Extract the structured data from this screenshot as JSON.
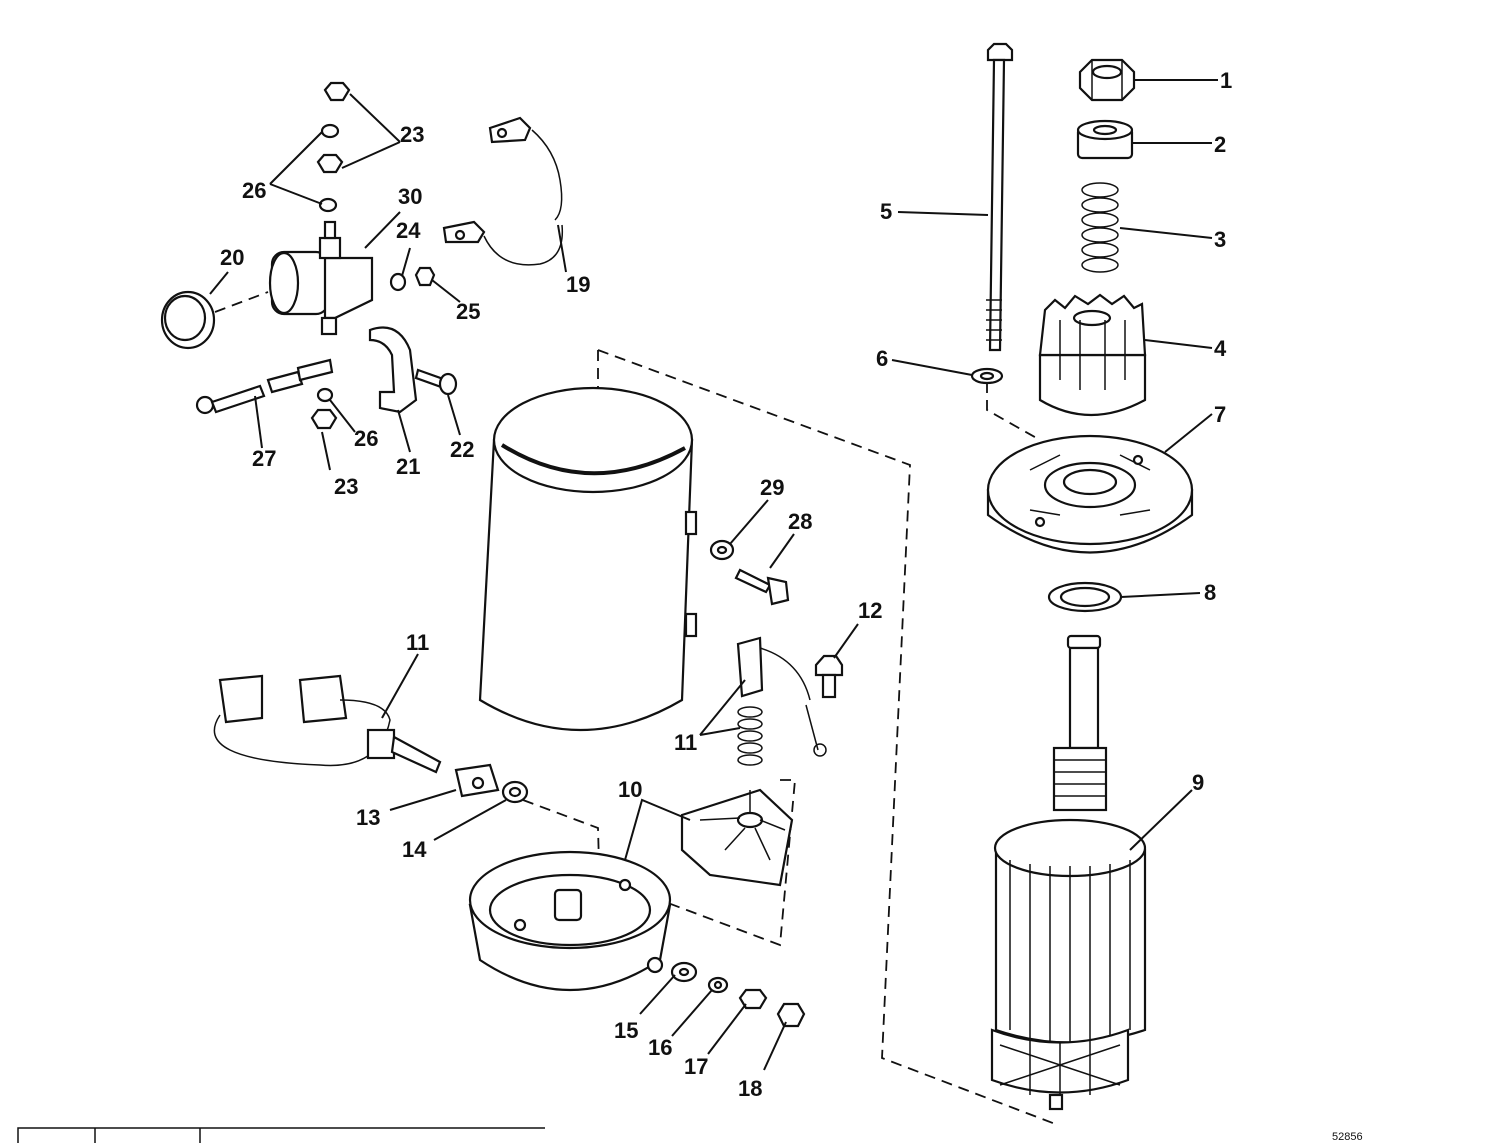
{
  "callouts": {
    "c1": "1",
    "c2": "2",
    "c3": "3",
    "c4": "4",
    "c5": "5",
    "c6": "6",
    "c7": "7",
    "c8": "8",
    "c9": "9",
    "c10": "10",
    "c11a": "11",
    "c11b": "11",
    "c12": "12",
    "c13": "13",
    "c14": "14",
    "c15": "15",
    "c16": "16",
    "c17": "17",
    "c18": "18",
    "c19": "19",
    "c20": "20",
    "c21": "21",
    "c22": "22",
    "c23a": "23",
    "c23b": "23",
    "c24": "24",
    "c25": "25",
    "c26a": "26",
    "c26b": "26",
    "c27": "27",
    "c28": "28",
    "c29": "29",
    "c30": "30"
  },
  "drawing_number": "52856"
}
